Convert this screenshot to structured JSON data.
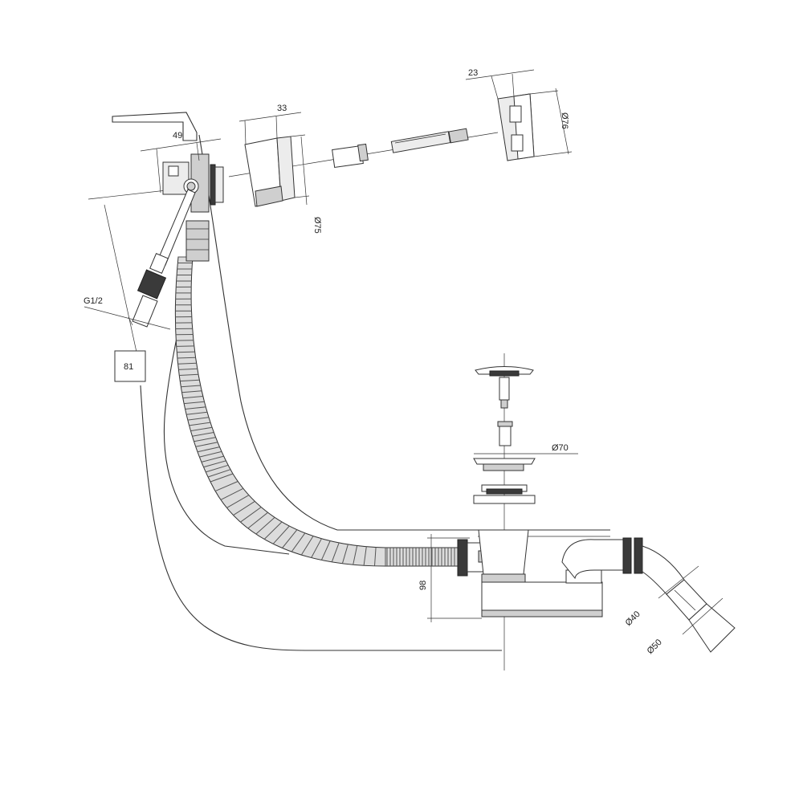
{
  "dimensions": {
    "overflow_width": "49",
    "cap_depth": "33",
    "cap_diameter": "Ø75",
    "plate_depth": "23",
    "plate_diameter": "Ø76",
    "thread": "G1/2",
    "tub_depth_box": "81",
    "plug_diameter": "Ø70",
    "waste_height": "98",
    "outlet_small": "Ø40",
    "outlet_large": "Ø50"
  }
}
